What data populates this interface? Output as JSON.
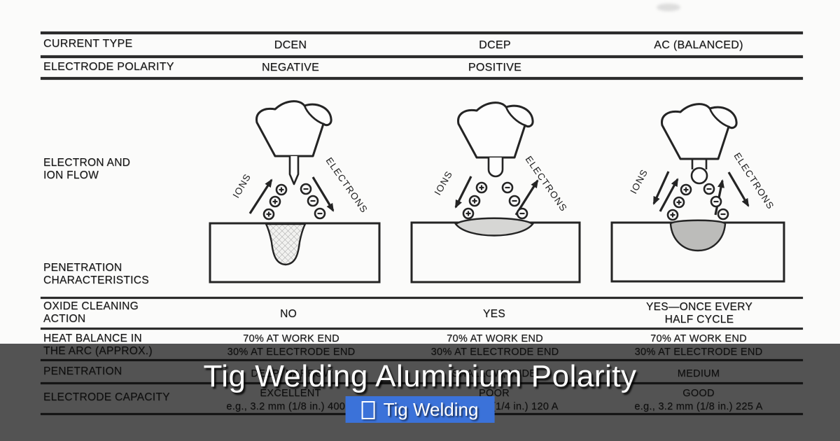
{
  "colors": {
    "badge_blue": "#3b72d9",
    "table_line": "#2c2c2c",
    "overlay": "rgba(12,12,12,0.70)"
  },
  "diagram": {
    "ions_label": "IONS",
    "electrons_label": "ELECTRONS"
  },
  "table": {
    "rows": {
      "current_type": {
        "label": "CURRENT TYPE",
        "values": [
          "DCEN",
          "DCEP",
          "AC (BALANCED)"
        ]
      },
      "electrode_polarity": {
        "label": "ELECTRODE POLARITY",
        "values": [
          "NEGATIVE",
          "POSITIVE",
          ""
        ]
      },
      "electron_ion_flow": {
        "label": "ELECTRON AND\nION FLOW"
      },
      "penetration_characteristics": {
        "label": "PENETRATION\nCHARACTERISTICS"
      },
      "oxide_cleaning_action": {
        "label": "OXIDE CLEANING\nACTION",
        "values": [
          "NO",
          "YES",
          "YES—ONCE EVERY\nHALF CYCLE"
        ]
      },
      "heat_balance": {
        "label": "HEAT BALANCE IN\nTHE ARC (APPROX.)",
        "values": [
          "70% AT WORK END\n30% AT ELECTRODE END",
          "70% AT WORK END\n30% AT ELECTRODE END",
          "70% AT WORK END\n30% AT ELECTRODE END"
        ]
      },
      "penetration": {
        "label": "PENETRATION",
        "values": [
          "DEEP; NARROW",
          "SHALLOW; WIDE",
          "MEDIUM"
        ]
      },
      "electrode_capacity": {
        "label": "ELECTRODE CAPACITY",
        "values": [
          "EXCELLENT\ne.g., 3.2 mm (1/8 in.) 400 A",
          "POOR\ne.g., 6.4 mm (1/4 in.) 120 A",
          "GOOD\ne.g., 3.2 mm (1/8 in.) 225 A"
        ]
      }
    }
  },
  "overlay": {
    "title": "Tig Welding Aluminium Polarity",
    "badge": {
      "icon": "placeholder-box",
      "label": "Tig Welding"
    }
  }
}
